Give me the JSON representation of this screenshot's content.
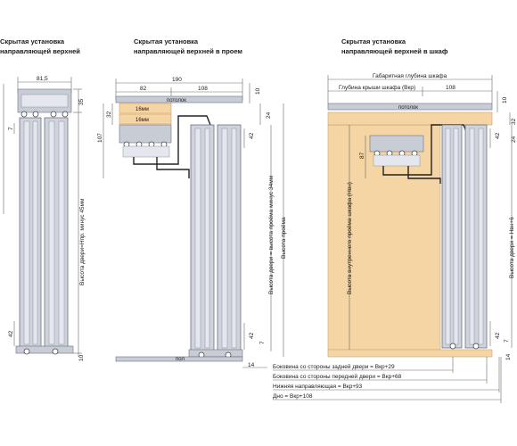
{
  "diagrams": [
    {
      "title_line1": "Скрытая установка",
      "title_line2": "направляющей верхней",
      "dims": {
        "width": "81,5",
        "d35": "35",
        "d7": "7",
        "d42": "42",
        "d10": "10",
        "door_height": "Высота двери=Нпр. минус 45мм"
      }
    },
    {
      "title_line1": "Скрытая установка",
      "title_line2": "направляющей верхней в проем",
      "dims": {
        "d190": "190",
        "d82": "82",
        "d108": "108",
        "d10": "10",
        "d24": "24",
        "d32": "32",
        "d107": "107",
        "d42": "42",
        "d14": "14",
        "d7": "7"
      },
      "labels": {
        "ceiling": "потолок",
        "floor": "пол",
        "board1": "16мм",
        "board2": "16мм",
        "door_height": "Высота двери = высота проёма минус 34мм",
        "opening_height": "Высота проёма"
      }
    },
    {
      "title_line1": "Скрытая установка",
      "title_line2": "направляющей верхней в шкаф",
      "dims": {
        "overall_depth": "Габаритная глубина шкафа",
        "roof_depth": "Глубина крыши шкафа (Вкр)",
        "d108": "108",
        "d10": "10",
        "d32": "32",
        "d24": "24",
        "d87": "87",
        "d42": "42",
        "d7": "7",
        "d14": "14"
      },
      "labels": {
        "ceiling": "потолок",
        "inner_height": "Высота внутреннего проёма шкафа (Hвн)",
        "door_height": "Высота двери = Hвн+6",
        "side_back": "Боковина со стороны задней двери = Вкр+29",
        "side_front": "Боковина со стороны передней двери = Вкр+68",
        "bottom_rail": "Нижняя направляющая = Вкр+93",
        "bottom": "Дно = Вкр+108"
      }
    }
  ],
  "colors": {
    "wood": "#f5d5a3",
    "rail": "#cfd3dc",
    "panel": "#c8ccd4"
  }
}
